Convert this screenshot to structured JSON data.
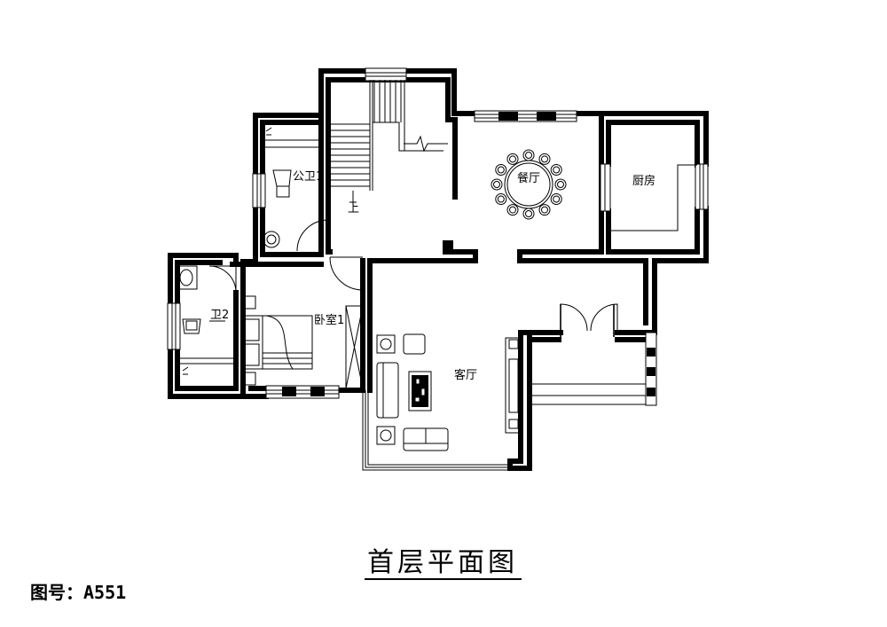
{
  "plan": {
    "title": "首层平面图",
    "rooms": {
      "public_bath": "公卫1",
      "dining": "餐厅",
      "kitchen": "厨房",
      "bath2": "卫2",
      "bedroom": "卧室1",
      "living": "客厅",
      "stair_up": "上"
    }
  },
  "footer": {
    "drawing_number": "图号：A551"
  }
}
